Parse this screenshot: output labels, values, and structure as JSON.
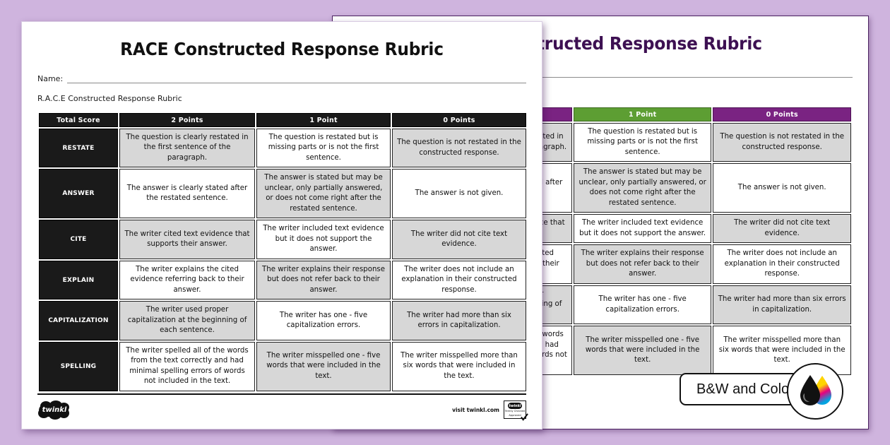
{
  "background_color": "#cfb4de",
  "document": {
    "title": "RACE Constructed Response Rubric",
    "name_label": "Name:",
    "sub_title": "R.A.C.E Constructed Response Rubric"
  },
  "table": {
    "headers": [
      "Total Score",
      "2 Points",
      "1 Point",
      "0 Points"
    ],
    "rows": [
      {
        "label": "RESTATE",
        "cells": [
          "The question is clearly restated in the first sentence of the paragraph.",
          "The question is restated but is missing parts or is not the first sentence.",
          "The question is not restated in the constructed response."
        ]
      },
      {
        "label": "ANSWER",
        "cells": [
          "The answer is clearly stated after the restated sentence.",
          "The answer is stated but may be unclear, only partially answered, or does not come right after the restated sentence.",
          "The answer is not given."
        ]
      },
      {
        "label": "CITE",
        "cells": [
          "The writer cited text evidence that supports their answer.",
          "The writer included text evidence but it does not support the answer.",
          "The writer did not cite text evidence."
        ]
      },
      {
        "label": "EXPLAIN",
        "cells": [
          "The writer explains the cited evidence referring back to their answer.",
          "The writer explains their response but does not refer back to their answer.",
          "The writer does not include an explanation in their constructed response."
        ]
      },
      {
        "label": "CAPITALIZATION",
        "cells": [
          "The writer used proper capitalization at the beginning of each sentence.",
          "The writer has one - five capitalization errors.",
          "The writer had more than six errors in capitalization."
        ]
      },
      {
        "label": "SPELLING",
        "cells": [
          "The writer spelled all of the words from the text correctly and had minimal spelling errors of words not included in the text.",
          "The writer misspelled one - five words that were included in the text.",
          "The writer misspelled more than six words that were included in the text."
        ]
      }
    ],
    "shading": [
      [
        true,
        false,
        true
      ],
      [
        false,
        true,
        false
      ],
      [
        true,
        false,
        true
      ],
      [
        false,
        true,
        false
      ],
      [
        true,
        false,
        true
      ],
      [
        false,
        true,
        false
      ]
    ]
  },
  "colors": {
    "header_black": "#1a1a1a",
    "header_purple": "#7a2382",
    "header_green": "#5d9e33",
    "title_purple": "#3d1052",
    "cell_shade": "#d7d7d7"
  },
  "footer": {
    "brand": "twinkl",
    "visit_text": "visit twinkl.com",
    "stamp_brand": "twinkl",
    "stamp_line1": "Termly Checked",
    "stamp_line2": "Approved"
  },
  "badge": {
    "label": "B&W and Color",
    "ink_black": "#111111",
    "ink_yellow": "#ffd400",
    "ink_magenta": "#e6007e",
    "ink_cyan": "#00a3e0"
  }
}
